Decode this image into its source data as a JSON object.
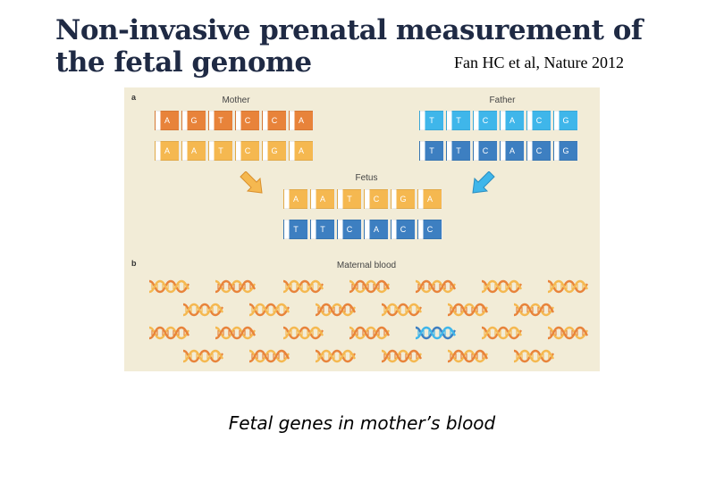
{
  "slide": {
    "title": "Non-invasive prenatal measurement of\nthe fetal genome",
    "citation": "Fan HC et al, Nature 2012",
    "caption": "Fetal genes in mother’s blood"
  },
  "figure": {
    "panel_a": "a",
    "panel_b": "b",
    "mother_label": "Mother",
    "father_label": "Father",
    "fetus_label": "Fetus",
    "blood_label": "Maternal blood",
    "mother_strands": [
      [
        "A",
        "G",
        "T",
        "C",
        "C",
        "A"
      ],
      [
        "A",
        "A",
        "T",
        "C",
        "G",
        "A"
      ]
    ],
    "father_strands": [
      [
        "T",
        "T",
        "C",
        "A",
        "C",
        "G"
      ],
      [
        "T",
        "T",
        "C",
        "A",
        "C",
        "G"
      ]
    ],
    "fetus_strands": [
      [
        "A",
        "A",
        "T",
        "C",
        "G",
        "A"
      ],
      [
        "T",
        "T",
        "C",
        "A",
        "C",
        "C"
      ]
    ],
    "colors": {
      "background": "#f2ecd7",
      "maternal_dark": "#e8833a",
      "maternal_light": "#f5b850",
      "paternal_light": "#3fb6ea",
      "paternal_dark": "#3d7fc1"
    }
  }
}
